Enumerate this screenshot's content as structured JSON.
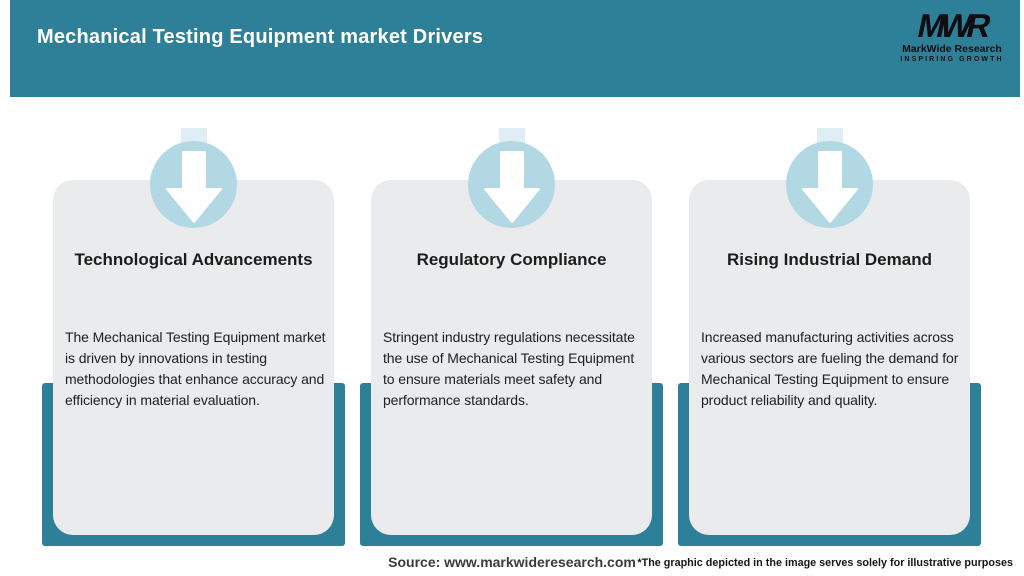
{
  "header": {
    "title": "Mechanical Testing Equipment market Drivers",
    "logo": {
      "monogram": "MWR",
      "name": "MarkWide Research",
      "tagline": "INSPIRING GROWTH"
    }
  },
  "cards": [
    {
      "icon": "down-arrow-icon",
      "title": "Technological Advancements",
      "description": "The Mechanical Testing Equipment market is driven by innovations in testing methodologies that enhance accuracy and efficiency in material evaluation."
    },
    {
      "icon": "down-arrow-icon",
      "title": "Regulatory Compliance",
      "description": "Stringent industry regulations necessitate the use of Mechanical Testing Equipment to ensure materials meet safety and performance standards."
    },
    {
      "icon": "down-arrow-icon",
      "title": "Rising Industrial Demand",
      "description": "Increased manufacturing activities across various sectors are fueling the demand for Mechanical Testing Equipment to ensure product reliability and quality."
    }
  ],
  "footer": {
    "source": "Source: www.markwideresearch.com",
    "disclaimer": "*The graphic depicted in the image serves solely for illustrative purposes"
  },
  "colors": {
    "teal": "#2E8098",
    "circle_blue": "#B2D8E4",
    "tab_blue": "#DFEEF4",
    "card_gray": "#E9EBEC",
    "text_dark": "#1C1C1C",
    "source_gray": "#3B3B3B",
    "logo_black": "#0D0D12"
  }
}
